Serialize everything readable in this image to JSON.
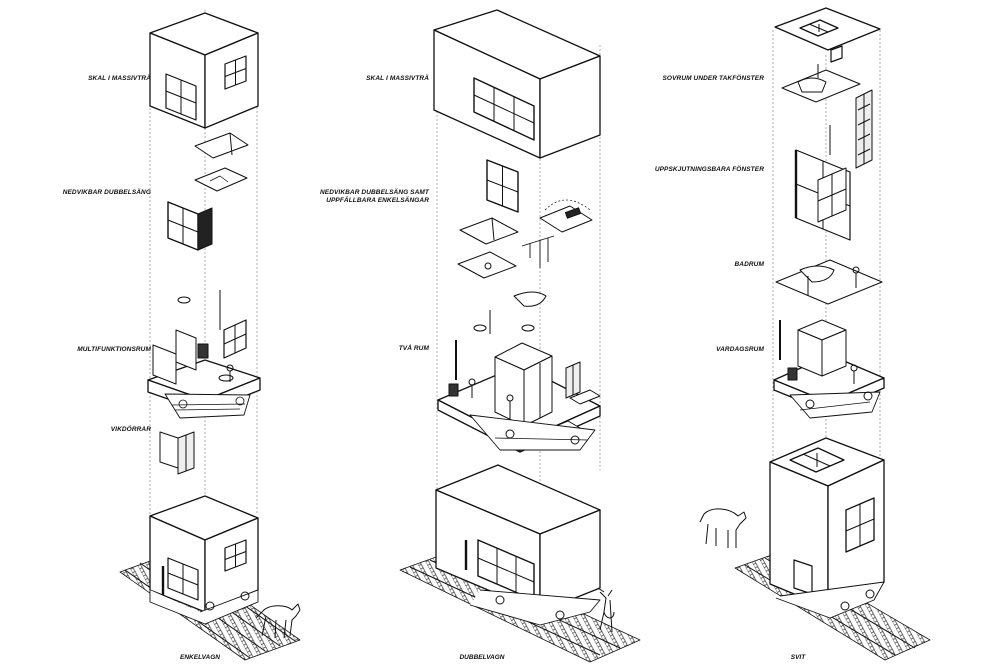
{
  "columns": [
    {
      "id": "enkelvagn",
      "caption": "ENKELVAGN",
      "labels": [
        {
          "id": "skal",
          "text": "SKAL I MASSIVTRÄ"
        },
        {
          "id": "nedvikbar",
          "text": "NEDVIKBAR DUBBELSÄNG"
        },
        {
          "id": "multifunktion",
          "text": "MULTIFUNKTIONSRUM"
        },
        {
          "id": "vikdorrar",
          "text": "VIKDÖRRAR"
        }
      ]
    },
    {
      "id": "dubbelvagn",
      "caption": "DUBBELVAGN",
      "labels": [
        {
          "id": "skal",
          "text": "SKAL I MASSIVTRÄ"
        },
        {
          "id": "nedvikbar-1",
          "text": "NEDVIKBAR DUBBELSÄNG SAMT"
        },
        {
          "id": "nedvikbar-2",
          "text": "UPPFÄLLBARA ENKELSÄNGAR"
        },
        {
          "id": "tva-rum",
          "text": "TVÅ RUM"
        }
      ]
    },
    {
      "id": "svit",
      "caption": "SVIT",
      "labels": [
        {
          "id": "sovrum",
          "text": "SOVRUM UNDER TAKFÖNSTER"
        },
        {
          "id": "uppskjut",
          "text": "UPPSKJUTNINGSBARA FÖNSTER"
        },
        {
          "id": "badrum",
          "text": "BADRUM"
        },
        {
          "id": "vardagsrum",
          "text": "VARDAGSRUM"
        }
      ]
    }
  ],
  "colors": {
    "ink": "#111111",
    "dashed": "#777777",
    "background": "#ffffff",
    "shade": "#222222"
  }
}
